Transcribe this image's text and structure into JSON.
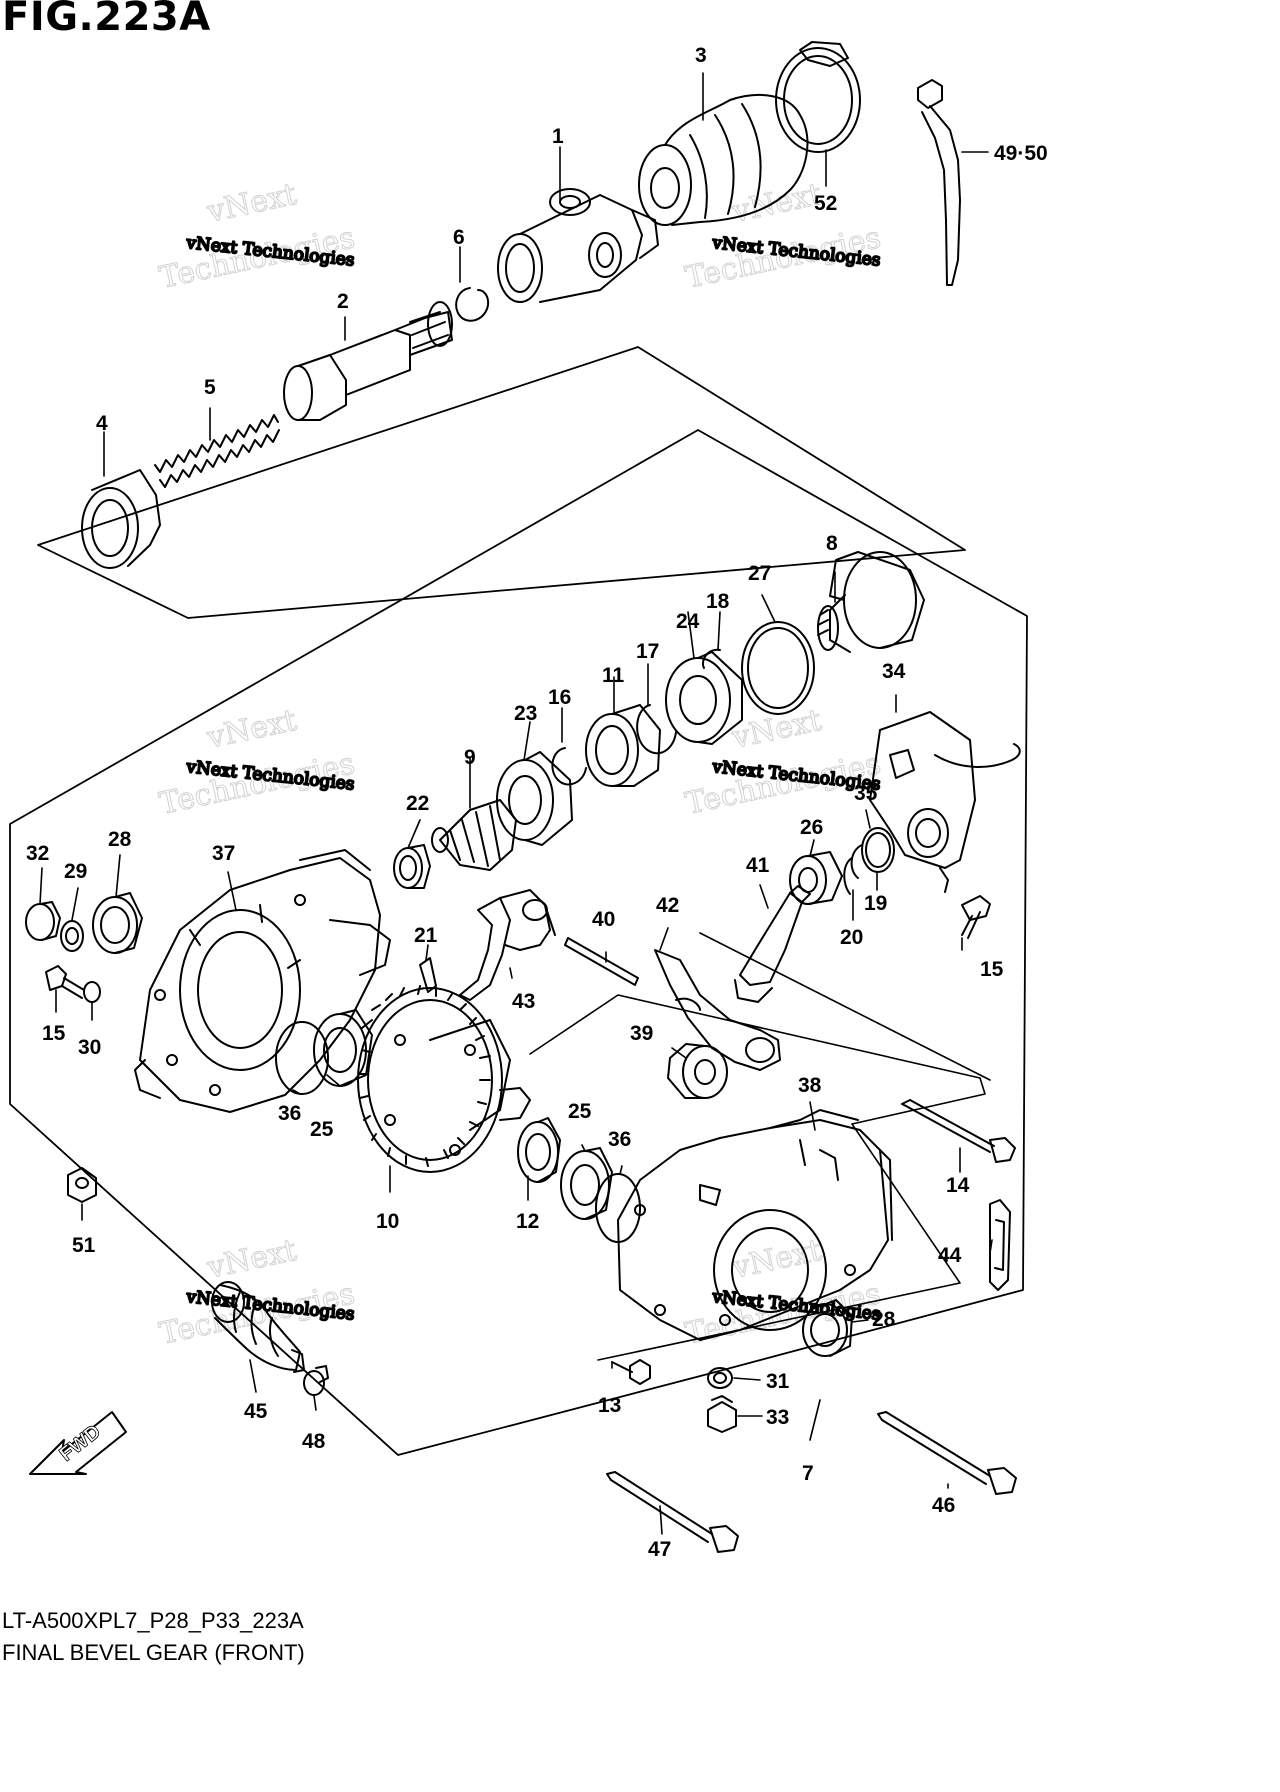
{
  "figure_title": "FIG.223A",
  "diagram_code": "LT-A500XPL7_P28_P33_223A",
  "diagram_caption": "FINAL BEVEL GEAR (FRONT)",
  "fwd_label": "FWD",
  "watermark": {
    "line1": "vNext Technologies",
    "line2": "vNext",
    "line3": "Technologies"
  },
  "callouts": [
    {
      "id": "c1",
      "text": "1"
    },
    {
      "id": "c2",
      "text": "2"
    },
    {
      "id": "c3",
      "text": "3"
    },
    {
      "id": "c4",
      "text": "4"
    },
    {
      "id": "c5",
      "text": "5"
    },
    {
      "id": "c6",
      "text": "6"
    },
    {
      "id": "c7",
      "text": "7"
    },
    {
      "id": "c8",
      "text": "8"
    },
    {
      "id": "c9",
      "text": "9"
    },
    {
      "id": "c10",
      "text": "10"
    },
    {
      "id": "c11",
      "text": "11"
    },
    {
      "id": "c12",
      "text": "12"
    },
    {
      "id": "c13",
      "text": "13"
    },
    {
      "id": "c14",
      "text": "14"
    },
    {
      "id": "c15a",
      "text": "15"
    },
    {
      "id": "c15b",
      "text": "15"
    },
    {
      "id": "c16",
      "text": "16"
    },
    {
      "id": "c17",
      "text": "17"
    },
    {
      "id": "c18",
      "text": "18"
    },
    {
      "id": "c19",
      "text": "19"
    },
    {
      "id": "c20",
      "text": "20"
    },
    {
      "id": "c21",
      "text": "21"
    },
    {
      "id": "c22",
      "text": "22"
    },
    {
      "id": "c23",
      "text": "23"
    },
    {
      "id": "c24",
      "text": "24"
    },
    {
      "id": "c25a",
      "text": "25"
    },
    {
      "id": "c25b",
      "text": "25"
    },
    {
      "id": "c26",
      "text": "26"
    },
    {
      "id": "c27",
      "text": "27"
    },
    {
      "id": "c28a",
      "text": "28"
    },
    {
      "id": "c28b",
      "text": "28"
    },
    {
      "id": "c29",
      "text": "29"
    },
    {
      "id": "c30",
      "text": "30"
    },
    {
      "id": "c31",
      "text": "31"
    },
    {
      "id": "c32",
      "text": "32"
    },
    {
      "id": "c33",
      "text": "33"
    },
    {
      "id": "c34",
      "text": "34"
    },
    {
      "id": "c35",
      "text": "35"
    },
    {
      "id": "c36a",
      "text": "36"
    },
    {
      "id": "c36b",
      "text": "36"
    },
    {
      "id": "c37",
      "text": "37"
    },
    {
      "id": "c38",
      "text": "38"
    },
    {
      "id": "c39",
      "text": "39"
    },
    {
      "id": "c40",
      "text": "40"
    },
    {
      "id": "c41",
      "text": "41"
    },
    {
      "id": "c42",
      "text": "42"
    },
    {
      "id": "c43",
      "text": "43"
    },
    {
      "id": "c44",
      "text": "44"
    },
    {
      "id": "c45",
      "text": "45"
    },
    {
      "id": "c46",
      "text": "46"
    },
    {
      "id": "c47",
      "text": "47"
    },
    {
      "id": "c48",
      "text": "48"
    },
    {
      "id": "c4950",
      "text": "49·50"
    },
    {
      "id": "c51",
      "text": "51"
    },
    {
      "id": "c52",
      "text": "52"
    }
  ]
}
